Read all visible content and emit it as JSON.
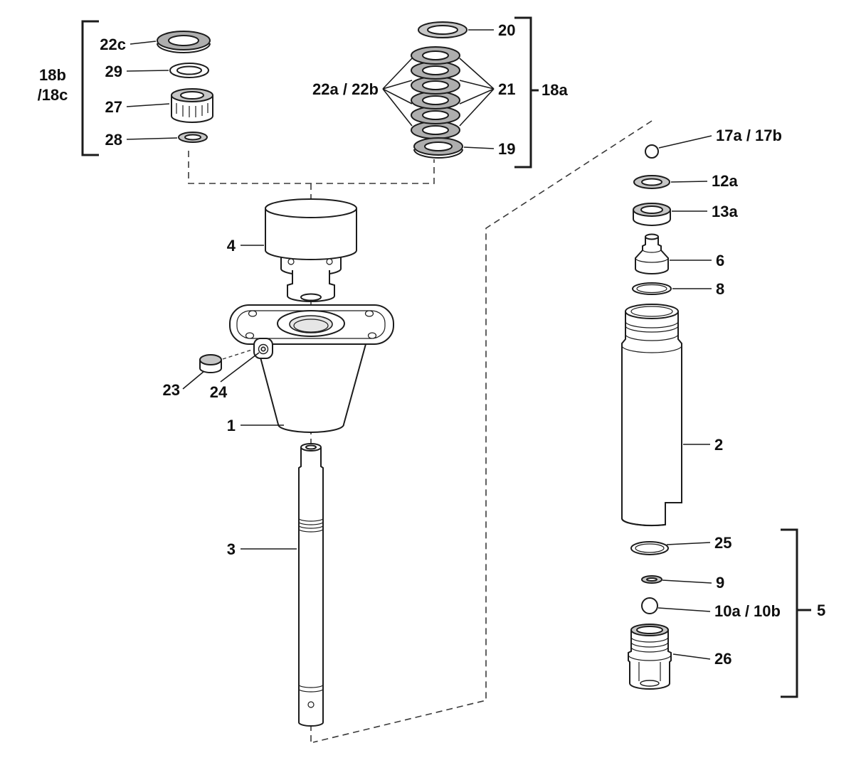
{
  "colors": {
    "line": "#1c1c1c",
    "background": "#ffffff"
  },
  "callouts": {
    "c22c": "22c",
    "c29": "29",
    "c27": "27",
    "c28": "28",
    "g18b": "18b",
    "g18c": "/18c",
    "c22ab": "22a / 22b",
    "c20": "20",
    "c21": "21",
    "g18a": "18a",
    "c19": "19",
    "c17ab": "17a / 17b",
    "c12a": "12a",
    "c13a": "13a",
    "c6": "6",
    "c8": "8",
    "c2": "2",
    "c25": "25",
    "c9": "9",
    "c10ab": "10a / 10b",
    "c26": "26",
    "g5": "5",
    "c4": "4",
    "c23": "23",
    "c24": "24",
    "c1": "1",
    "c3": "3"
  }
}
